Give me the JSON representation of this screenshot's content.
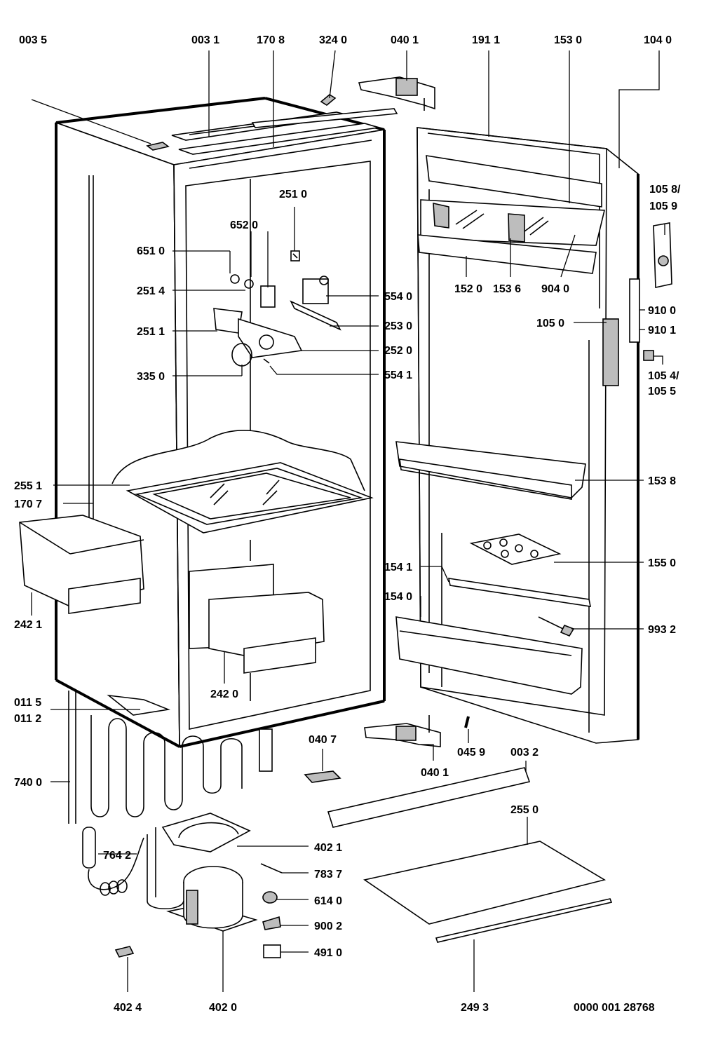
{
  "labels": {
    "p0035": "003 5",
    "p0031": "003 1",
    "p1708": "170 8",
    "p3240": "324 0",
    "p0401_top": "040 1",
    "p1911": "191 1",
    "p1530": "153 0",
    "p1040": "104 0",
    "p1058": "105 8/",
    "p1059": "105 9",
    "p2510": "251 0",
    "p6520": "652 0",
    "p6510": "651 0",
    "p2514": "251 4",
    "p2511": "251 1",
    "p3350": "335 0",
    "p5540": "554 0",
    "p2530": "253 0",
    "p2520": "252 0",
    "p5541": "554 1",
    "p1520": "152 0",
    "p1536": "153 6",
    "p9040": "904 0",
    "p1050": "105 0",
    "p9100": "910 0",
    "p9101": "910 1",
    "p1054": "105 4/",
    "p1055": "105 5",
    "p2551": "255 1",
    "p1707": "170 7",
    "p1538": "153 8",
    "p1541": "154 1",
    "p1550": "155 0",
    "p1540": "154 0",
    "p9932": "993 2",
    "p2421": "242 1",
    "p2420": "242 0",
    "p0115": "011 5",
    "p0112": "011 2",
    "p0407": "040 7",
    "p0459": "045 9",
    "p0032": "003 2",
    "p0401_bottom": "040 1",
    "p7400": "740 0",
    "p2550": "255 0",
    "p4021": "402 1",
    "p7642": "764 2",
    "p7837": "783 7",
    "p6140": "614 0",
    "p9002": "900 2",
    "p4910": "491 0",
    "p4024": "402 4",
    "p4020": "402 0",
    "p2493": "249 3",
    "drawing_number": "0000 001 28768"
  }
}
